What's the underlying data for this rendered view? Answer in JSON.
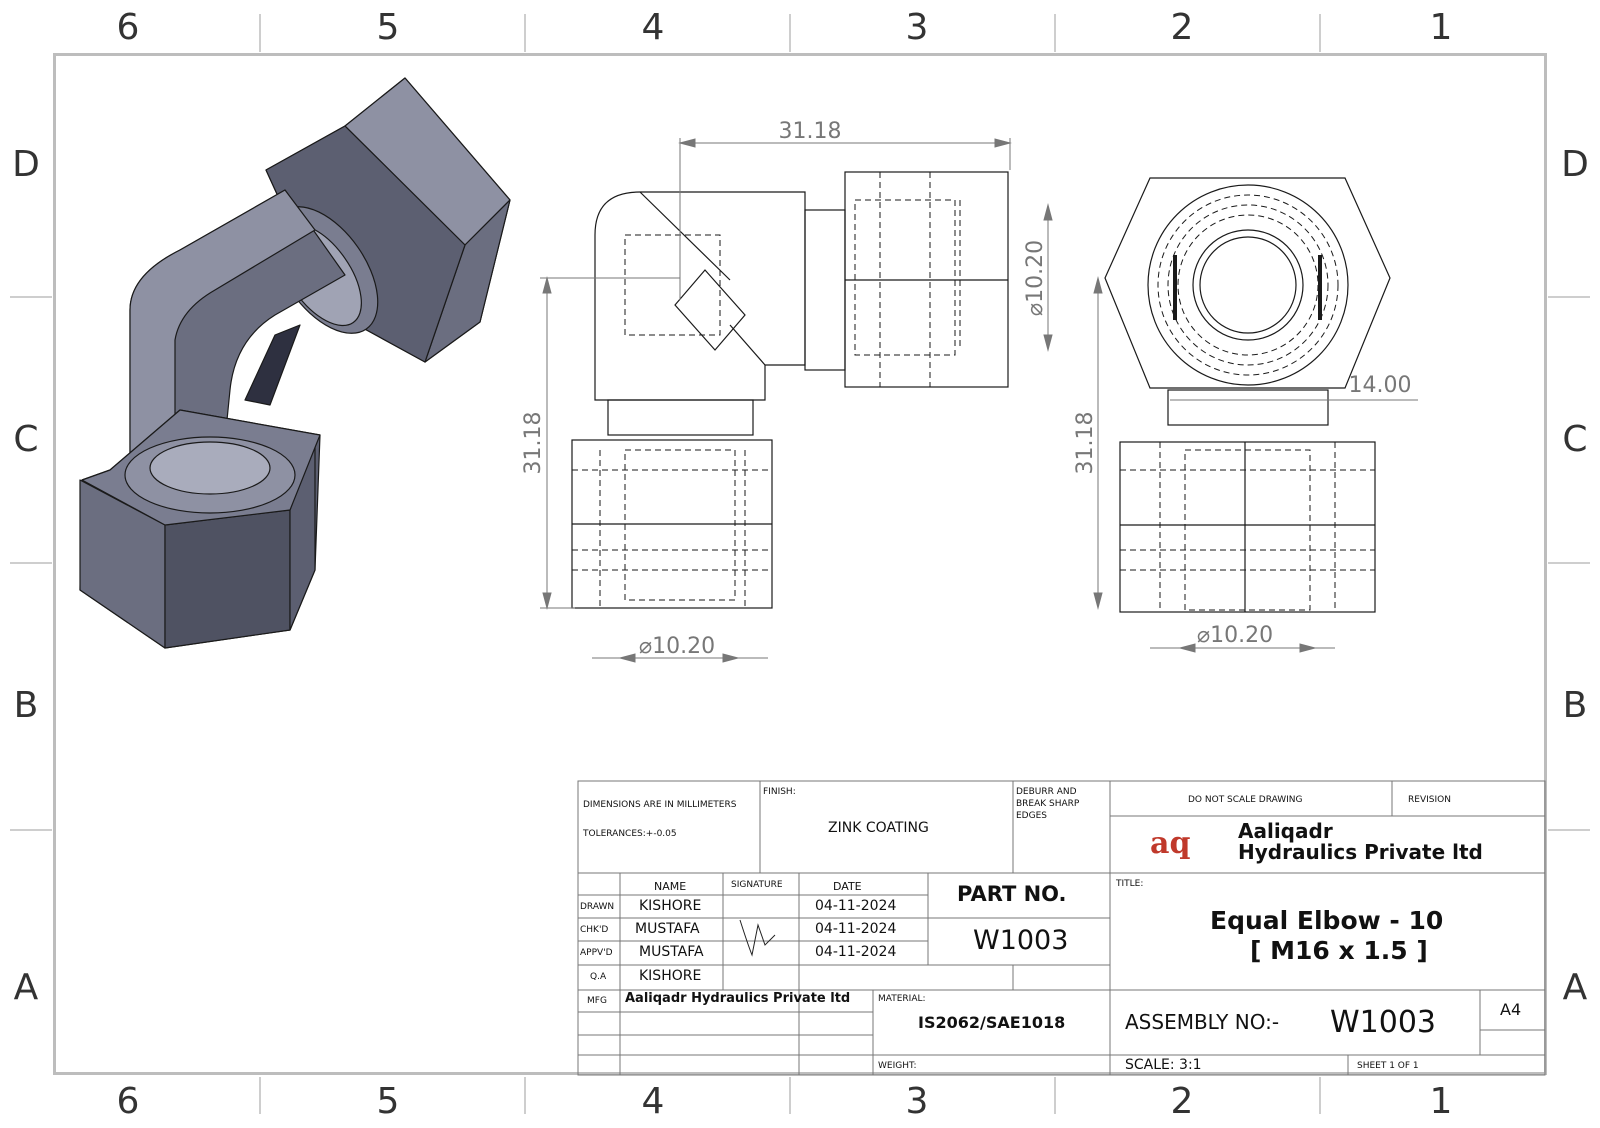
{
  "border_zones": {
    "columns": [
      "6",
      "5",
      "4",
      "3",
      "2",
      "1"
    ],
    "rows": [
      "D",
      "C",
      "B",
      "A"
    ]
  },
  "dimensions": {
    "top_width": "31.18",
    "side_diameter": "⌀10.20",
    "front_height": "31.18",
    "bottom_diameter": "⌀10.20",
    "right_height": "31.18",
    "right_width": "14.00",
    "right_diameter": "⌀10.20"
  },
  "logo_text": "aq",
  "title_block": {
    "units_note": "DIMENSIONS ARE IN MILLIMETERS",
    "tolerance_note": "TOLERANCES:+-0.05",
    "finish_label": "FINISH:",
    "finish_value": "ZINK COATING",
    "deburr_line1": "DEBURR AND",
    "deburr_line2": "BREAK SHARP",
    "deburr_line3": "EDGES",
    "no_scale": "DO NOT SCALE DRAWING",
    "revision_label": "REVISION",
    "company_line1": "Aaliqadr",
    "company_line2": "Hydraulics Private ltd",
    "col_name": "NAME",
    "col_signature": "SIGNATURE",
    "col_date": "DATE",
    "part_no_label": "PART NO.",
    "part_no_value": "W1003",
    "title_label": "TITLE:",
    "title_line1": "Equal Elbow - 10",
    "title_line2": "[ M16 x 1.5 ]",
    "rows": [
      {
        "role": "DRAWN",
        "name": "KISHORE",
        "date": "04-11-2024"
      },
      {
        "role": "CHK'D",
        "name": "MUSTAFA",
        "date": "04-11-2024"
      },
      {
        "role": "APPV'D",
        "name": "MUSTAFA",
        "date": "04-11-2024"
      },
      {
        "role": "Q.A",
        "name": "KISHORE",
        "date": ""
      }
    ],
    "mfg_label": "MFG",
    "mfg_value": "Aaliqadr Hydraulics Private ltd",
    "material_label": "MATERIAL:",
    "material_value": "IS2062/SAE1018",
    "weight_label": "WEIGHT:",
    "assembly_label": "ASSEMBLY NO:-",
    "assembly_value": "W1003",
    "sheet_size": "A4",
    "scale": "SCALE: 3:1",
    "sheet": "SHEET 1 OF 1"
  },
  "colors": {
    "frame": "#bdbdbd",
    "dimension": "#777777",
    "solid_dark": "#4f5262",
    "solid_mid": "#6b6e80",
    "solid_light": "#8e91a3",
    "logo_red": "#c0392b"
  }
}
